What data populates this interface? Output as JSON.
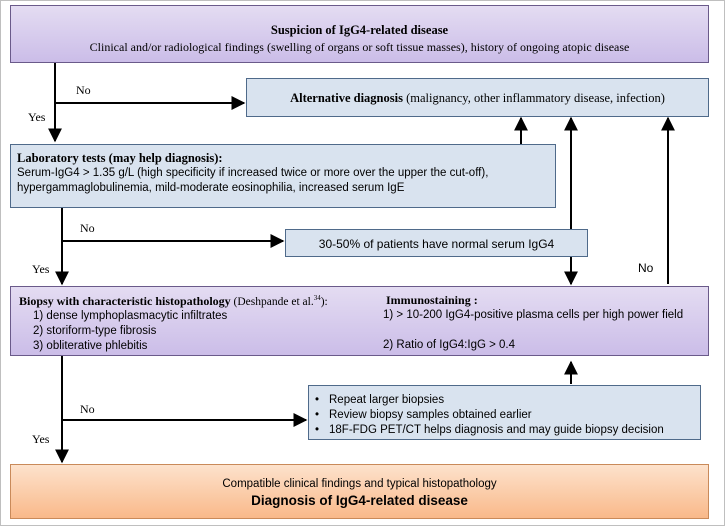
{
  "suspicion": {
    "title": "Suspicion of IgG4-related disease",
    "body": "Clinical and/or radiological findings (swelling of organs or soft tissue masses), history of ongoing atopic disease"
  },
  "alternative": {
    "title": "Alternative diagnosis",
    "body": " (malignancy, other inflammatory disease, infection)"
  },
  "lab": {
    "title": "Laboratory tests (may help diagnosis):",
    "line1": "Serum-IgG4 > 1.35 g/L (high specificity if increased twice or more over the upper the cut-off),",
    "line2": "hypergammaglobulinemia, mild-moderate eosinophilia, increased serum IgE"
  },
  "normal_igg4": "30-50% of patients have normal serum IgG4",
  "biopsy": {
    "title": "Biopsy with characteristic histopathology",
    "ref_prefix": " (Deshpande et al.",
    "ref_sup": "34",
    "ref_suffix": "):",
    "items": [
      "1) dense lymphoplasmacytic infiltrates",
      "2) storiform-type fibrosis",
      "3) obliterative phlebitis"
    ],
    "immuno_title": "Immunostaining :",
    "immuno_1": "1) > 10-200 IgG4-positive plasma cells per high power field",
    "immuno_2": "2) Ratio of  IgG4:IgG > 0.4"
  },
  "repeat": {
    "items": [
      "Repeat larger biopsies",
      "Review biopsy samples obtained earlier",
      "18F-FDG PET/CT helps diagnosis and may guide biopsy decision"
    ]
  },
  "final": {
    "line1": "Compatible clinical findings and typical histopathology",
    "line2": "Diagnosis of IgG4-related disease"
  },
  "labels": {
    "no1": "No",
    "yes1": "Yes",
    "no2": "No",
    "yes2": "Yes",
    "no3": "No",
    "yes3": "Yes",
    "no4": "No"
  }
}
